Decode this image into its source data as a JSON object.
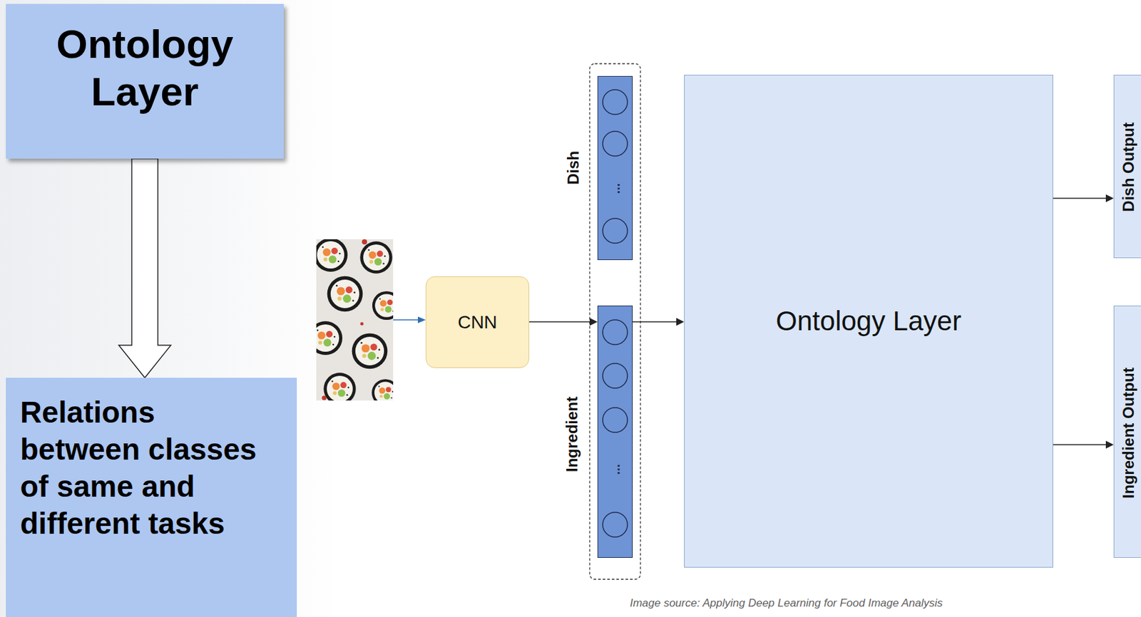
{
  "diagram": {
    "caption": "Image source: Applying Deep Learning for Food Image Analysis",
    "nodes": [
      {
        "text": [
          "Ontology Layer"
        ]
      },
      {
        "text": [
          "Relations between classes of same and different tasks"
        ]
      },
      {
        "text": [
          "CNN"
        ]
      },
      {
        "text": [
          "Dish",
          "..."
        ]
      },
      {
        "text": [
          "Ingredient",
          "..."
        ]
      },
      {
        "text": [
          "Ontology Layer"
        ]
      },
      {
        "text": [
          "Dish Output"
        ]
      },
      {
        "text": [
          "Ingredient Output"
        ]
      }
    ],
    "edges": [
      {
        "from": 0,
        "to": 1,
        "arrow": "to"
      },
      {
        "from": 2,
        "to": 4,
        "arrow": "to"
      },
      {
        "from": 4,
        "to": 5,
        "arrow": "to"
      },
      {
        "from": 5,
        "to": 6,
        "arrow": "to"
      },
      {
        "from": 5,
        "to": 7,
        "arrow": "to"
      }
    ]
  }
}
